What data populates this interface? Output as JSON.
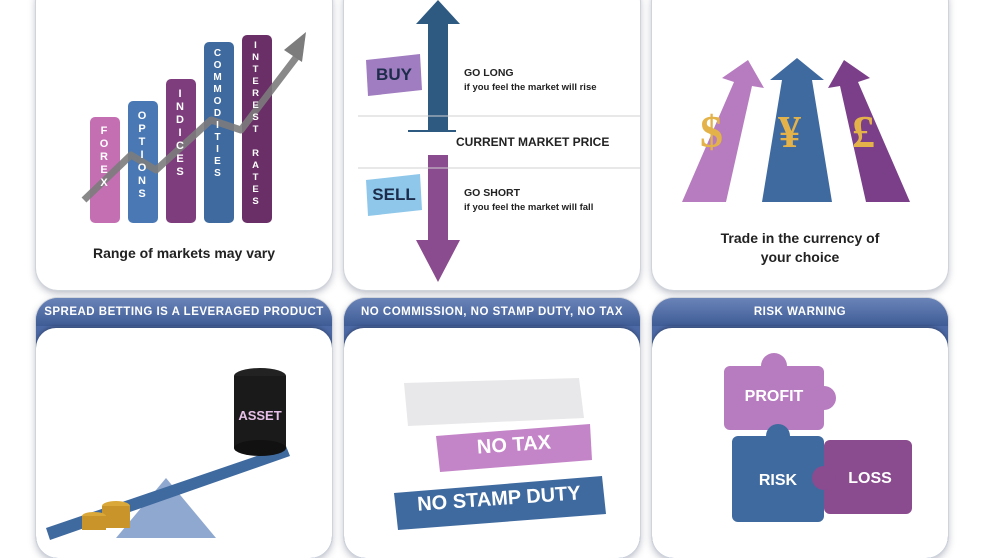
{
  "panels": {
    "markets": {
      "caption": "Range of markets may vary",
      "bars": [
        "FOREX",
        "OPTIONS",
        "INDICES",
        "COMMODITIES",
        "INTEREST RATES"
      ]
    },
    "trade": {
      "buy_label": "BUY",
      "go_long": "GO LONG",
      "go_long_sub": "if you feel the market will rise",
      "current_price": "CURRENT MARKET PRICE",
      "sell_label": "SELL",
      "go_short": "GO SHORT",
      "go_short_sub": "if you feel the market will fall"
    },
    "currency": {
      "symbols": [
        "$",
        "¥",
        "£"
      ],
      "caption_line1": "Trade in the currency of",
      "caption_line2": "your choice"
    },
    "leverage": {
      "header": "SPREAD BETTING IS A LEVERAGED PRODUCT",
      "barrel_label": "ASSET"
    },
    "commission": {
      "header": "NO COMMISSION, NO STAMP DUTY, NO TAX",
      "banner_tax": "NO TAX",
      "banner_stamp": "NO STAMP DUTY"
    },
    "risk": {
      "header": "RISK WARNING",
      "pieces": [
        "PROFIT",
        "RISK",
        "LOSS"
      ]
    }
  },
  "colors": {
    "header_blue": "#4a67a3",
    "purple": "#7b3f8a",
    "lilac": "#b77cc0",
    "steel_blue": "#3f6a9f",
    "navy": "#2c4e7e",
    "teal": "#2a6f8a"
  }
}
